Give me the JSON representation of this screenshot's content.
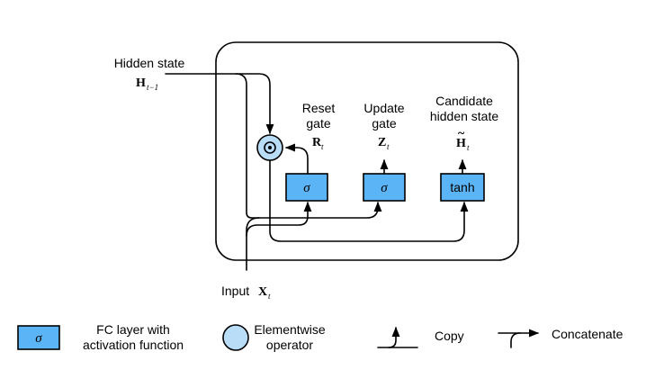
{
  "colors": {
    "fc_fill": "#5ab4f5",
    "op_fill": "#b9dcf7",
    "line": "#000000"
  },
  "inputs": {
    "hidden_state_label": "Hidden state",
    "hidden_state_sym": "H",
    "hidden_state_sub": "t−1",
    "input_label": "Input",
    "input_sym": "X",
    "input_sub": "t"
  },
  "gates": {
    "reset": {
      "line1": "Reset",
      "line2": "gate",
      "sym": "R",
      "sub": "t",
      "fn": "σ"
    },
    "update": {
      "line1": "Update",
      "line2": "gate",
      "sym": "Z",
      "sub": "t",
      "fn": "σ"
    },
    "candidate": {
      "line1": "Candidate",
      "line2": "hidden state",
      "sym": "H",
      "tilde": "~",
      "sub": "t",
      "fn": "tanh"
    }
  },
  "operator": {
    "icon": "circled-dot-icon"
  },
  "legend": {
    "fc_symbol": "σ",
    "fc_line1": "FC layer with",
    "fc_line2": "activation function",
    "op_line1": "Elementwise",
    "op_line2": "operator",
    "copy": "Copy",
    "concat": "Concatenate"
  }
}
